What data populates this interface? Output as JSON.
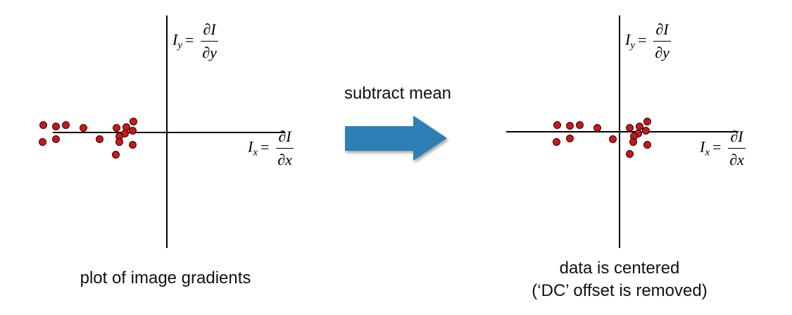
{
  "arrow_label": "subtract mean",
  "arrow_color": "#2f7fb6",
  "point_color": "#c41a1a",
  "left_panel": {
    "y_axis_label": {
      "symbol": "I",
      "sub": "y",
      "eq": "=",
      "num": "∂I",
      "den": "∂y"
    },
    "x_axis_label": {
      "symbol": "I",
      "sub": "x",
      "eq": "=",
      "num": "∂I",
      "den": "∂x"
    },
    "caption": "plot of image gradients"
  },
  "right_panel": {
    "y_axis_label": {
      "symbol": "I",
      "sub": "y",
      "eq": "=",
      "num": "∂I",
      "den": "∂y"
    },
    "x_axis_label": {
      "symbol": "I",
      "sub": "x",
      "eq": "=",
      "num": "∂I",
      "den": "∂x"
    },
    "caption_line1": "data is centered",
    "caption_line2": "(‘DC’ offset is removed)"
  }
}
